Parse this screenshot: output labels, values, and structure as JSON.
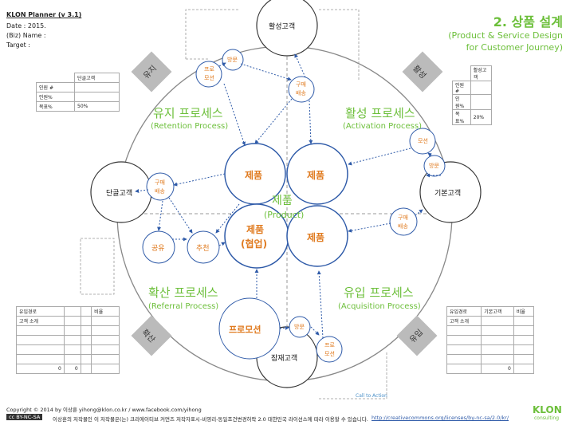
{
  "header": {
    "version": "KLON Planner (v 3.1)",
    "date": "Date : 2015.",
    "biz_name": "(Biz) Name :",
    "target": "Target :"
  },
  "title": {
    "main": "2. 상품 설계",
    "sub1": "(Product & Service Design",
    "sub2": "for Customer Journey)"
  },
  "diamonds": {
    "retention": "유지",
    "activation": "활성",
    "referral": "확산",
    "acquisition": "유입"
  },
  "customers": {
    "active": "활성고객",
    "loyal": "단골고객",
    "basic": "기본고객",
    "potential": "잠재고객"
  },
  "processes": {
    "retention": {
      "ko": "유지 프로세스",
      "en": "(Retention Process)"
    },
    "activation": {
      "ko": "활성 프로세스",
      "en": "(Activation Process)"
    },
    "referral": {
      "ko": "확산 프로세스",
      "en": "(Referral Process)"
    },
    "acquisition": {
      "ko": "유입 프로세스",
      "en": "(Acquisition Process)"
    }
  },
  "center": {
    "ko": "제품",
    "en": "(Product)"
  },
  "products": {
    "retention": "제품",
    "activation": "제품",
    "referral": "제품",
    "referral_collab": "(협업)",
    "acquisition": "제품"
  },
  "actions": {
    "visit": "방문",
    "promo_1": "프로",
    "promo_2": "모션",
    "purchase_1": "구매",
    "purchase_2": "배송",
    "share": "공유",
    "recommend": "추천",
    "promotion": "프로모션"
  },
  "call_to_action": "Call to Action",
  "metrics_loyal": {
    "header": "단골고객",
    "rows": [
      {
        "label": "인원 #",
        "value": ""
      },
      {
        "label": "인원%",
        "value": ""
      },
      {
        "label": "목표%",
        "value": "50%"
      }
    ]
  },
  "metrics_active": {
    "header": "활성고객",
    "rows": [
      {
        "label": "인원 #",
        "value": ""
      },
      {
        "label": "인원%",
        "value": ""
      },
      {
        "label": "목표%",
        "value": "20%"
      }
    ]
  },
  "channel_left": {
    "headers": [
      "유입경로",
      "",
      "",
      "비율"
    ],
    "row_label": "고객 소개",
    "total_1": "0",
    "total_2": "0"
  },
  "channel_right": {
    "headers": [
      "유입경로",
      "기본고객",
      "비율"
    ],
    "row_label": "고객 소개",
    "total": "0"
  },
  "footer": {
    "copyright": "Copyright © 2014 by 이상훈 yihong@klon.co.kr / www.facebook.com/yihong",
    "cc_badge": "cc BY-NC-SA",
    "license": "이상훈의 저작물인 이 저작물은(는) 크리에이티브 커먼즈 저작자표시-비영리-동일조건변경허락 2.0 대한민국 라이선스에 따라 이용할 수 있습니다.",
    "license_url": "http://creativecommons.org/licenses/by-nc-sa/2.0/kr/",
    "logo": "KLON",
    "logo_sub": "consulting"
  }
}
